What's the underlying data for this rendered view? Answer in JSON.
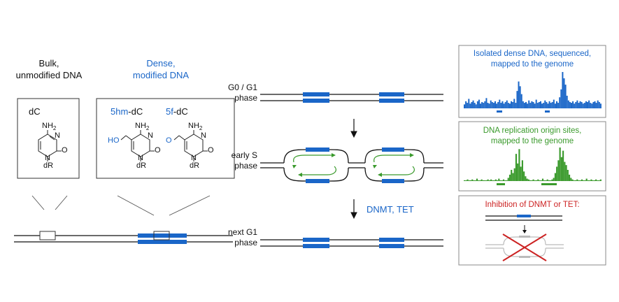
{
  "bulk_title": [
    "Bulk,",
    "unmodified DNA"
  ],
  "dense_title": [
    "Dense,",
    "modified DNA"
  ],
  "bulk_box": {
    "nucleoside": "dC",
    "nh2": "NH",
    "nh2_sub": "2",
    "n": "N",
    "o": "O",
    "dr": "dR"
  },
  "dense_box": {
    "mod1_prefix": "5hm",
    "mod1_suffix": "-dC",
    "mod2_prefix": "5f",
    "mod2_suffix": "-dC",
    "ho": "HO",
    "o": "O",
    "n": "N",
    "nh2": "NH",
    "nh2_sub": "2",
    "dr": "dR"
  },
  "phases": {
    "g0g1": [
      "G0 / G1",
      "phase"
    ],
    "early_s": [
      "early S",
      "phase"
    ],
    "next_g1": [
      "next G1",
      "phase"
    ]
  },
  "enzymes": "DNMT, TET",
  "panels": {
    "sequenced": [
      "Isolated dense DNA, sequenced,",
      "mapped to the genome"
    ],
    "origins": [
      "DNA replication origin sites,",
      "mapped to the genome"
    ],
    "inhibition": "Inhibition of DNMT or TET:"
  },
  "colors": {
    "blue": "#1a66c8",
    "green": "#3a9a2c",
    "red": "#cc2222"
  },
  "track_blue": [
    5,
    9,
    7,
    12,
    6,
    8,
    10,
    7,
    5,
    9,
    11,
    6,
    8,
    7,
    9,
    13,
    7,
    6,
    10,
    8,
    7,
    9,
    6,
    8,
    11,
    7,
    9,
    6,
    8,
    10,
    7,
    6,
    9,
    8,
    12,
    7,
    22,
    34,
    28,
    18,
    9,
    7,
    8,
    6,
    10,
    7,
    9,
    8,
    6,
    11,
    7,
    8,
    9,
    6,
    7,
    10,
    8,
    6,
    9,
    7,
    8,
    11,
    6,
    9,
    7,
    14,
    24,
    46,
    38,
    30,
    16,
    10,
    8,
    7,
    9,
    6,
    8,
    10,
    7,
    9,
    8,
    6,
    7,
    9,
    8,
    10,
    7,
    6,
    8,
    9,
    7,
    10,
    8,
    6
  ],
  "track_green": [
    1,
    1,
    2,
    1,
    1,
    2,
    1,
    1,
    3,
    1,
    1,
    2,
    1,
    1,
    1,
    2,
    1,
    2,
    1,
    1,
    2,
    1,
    3,
    1,
    1,
    2,
    1,
    1,
    4,
    8,
    14,
    10,
    16,
    34,
    22,
    40,
    18,
    26,
    12,
    6,
    3,
    2,
    1,
    1,
    2,
    1,
    1,
    2,
    1,
    1,
    3,
    1,
    1,
    2,
    1,
    1,
    2,
    4,
    10,
    18,
    26,
    42,
    30,
    38,
    24,
    20,
    14,
    8,
    4,
    2,
    1,
    1,
    2,
    1,
    1,
    2,
    1,
    1,
    3,
    1,
    1,
    2,
    1,
    1,
    2,
    1,
    1,
    2
  ]
}
